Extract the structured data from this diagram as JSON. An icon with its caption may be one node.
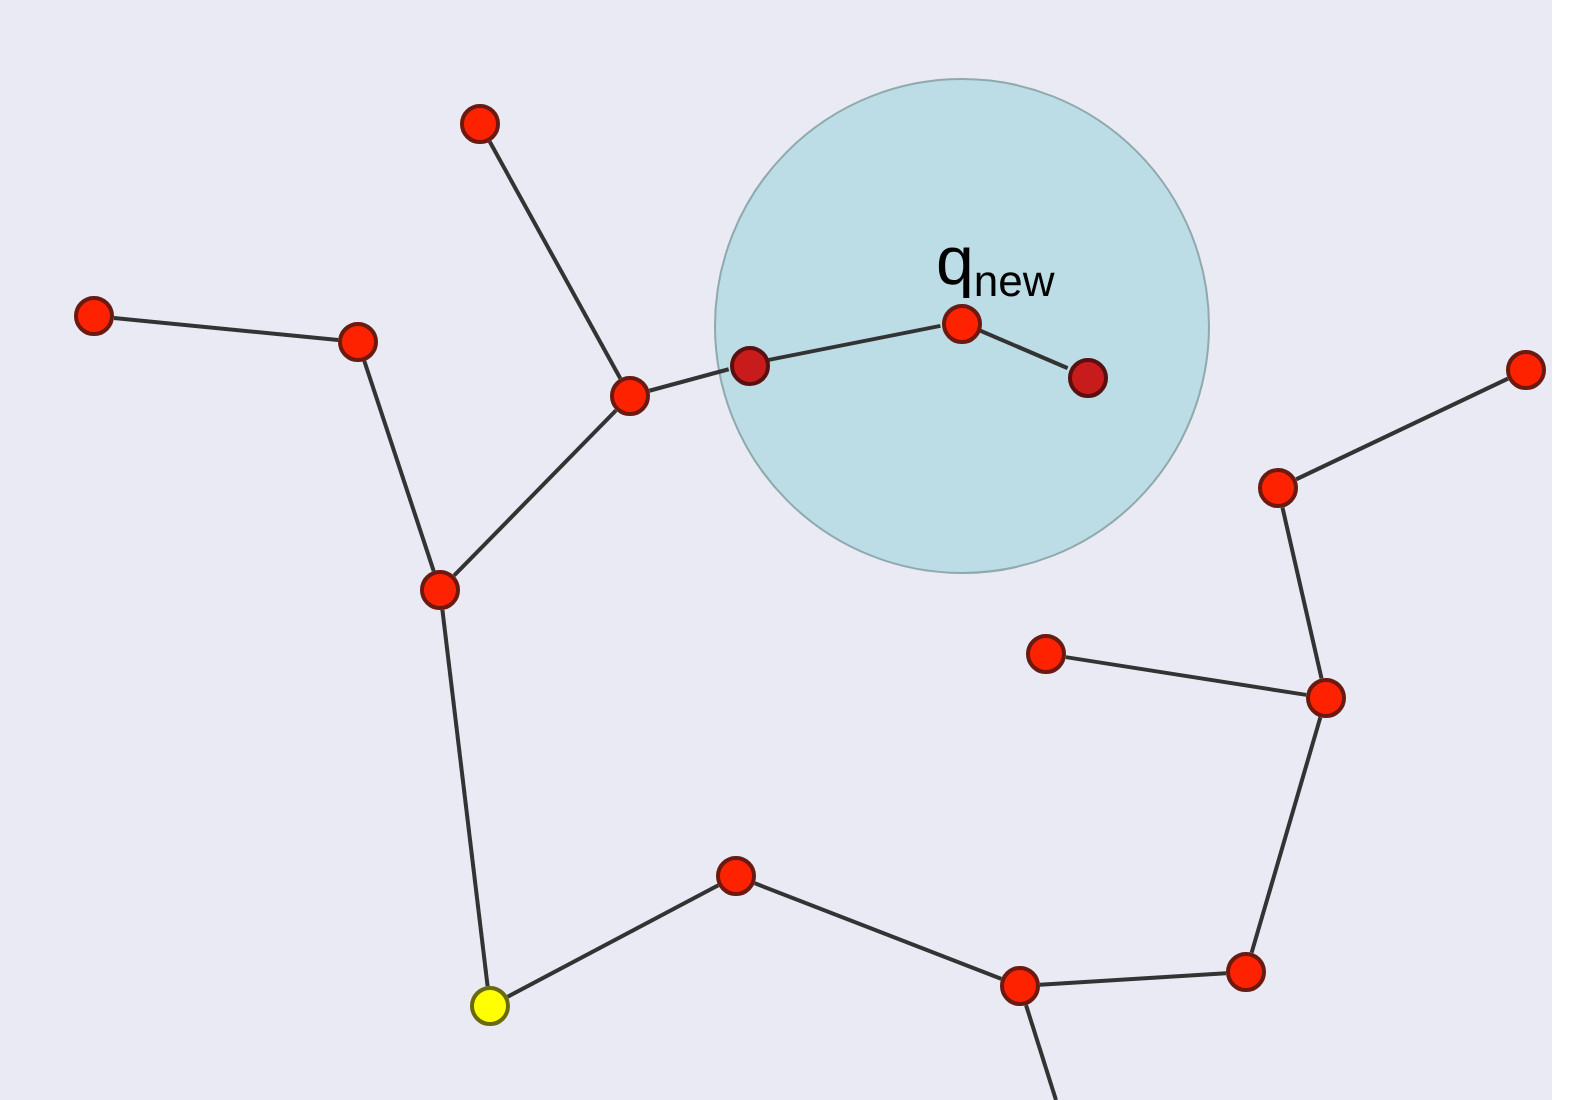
{
  "diagram": {
    "nodes": [
      {
        "text": [],
        "shape": "circle"
      },
      {
        "text": [],
        "shape": "circle"
      },
      {
        "text": [],
        "shape": "circle"
      },
      {
        "text": [],
        "shape": "circle"
      },
      {
        "text": [],
        "shape": "circle"
      },
      {
        "text": [],
        "shape": "circle"
      },
      {
        "text": [],
        "shape": "circle"
      },
      {
        "text": [],
        "shape": "circle"
      },
      {
        "text": [],
        "shape": "circle",
        "in": 0
      },
      {
        "text": [],
        "shape": "circle",
        "in": 0,
        "beside": [
          "q$_{new}$"
        ]
      },
      {
        "text": [],
        "shape": "circle"
      },
      {
        "text": [],
        "shape": "circle"
      },
      {
        "text": [],
        "shape": "circle",
        "in": 0
      },
      {
        "text": [],
        "shape": "circle"
      },
      {
        "text": [],
        "shape": "circle"
      },
      {
        "text": [],
        "shape": "circle"
      },
      {
        "text": [],
        "shape": "circle"
      }
    ],
    "edges": [
      {
        "from": 4,
        "to": 6,
        "arrow": "none"
      },
      {
        "from": 1,
        "to": 2,
        "arrow": "none"
      },
      {
        "from": 2,
        "to": 3,
        "arrow": "none"
      },
      {
        "from": 3,
        "to": 6,
        "arrow": "none"
      },
      {
        "from": 6,
        "to": 8,
        "arrow": "none"
      },
      {
        "from": 8,
        "to": 9,
        "arrow": "none"
      },
      {
        "from": 9,
        "to": 12,
        "arrow": "none"
      },
      {
        "from": 3,
        "to": 5,
        "arrow": "none"
      },
      {
        "from": 5,
        "to": 7,
        "arrow": "none"
      },
      {
        "from": 7,
        "to": 10,
        "arrow": "none"
      },
      {
        "from": 10,
        "to": 13,
        "arrow": "none"
      },
      {
        "from": 13,
        "to": 15,
        "arrow": "none"
      },
      {
        "from": 15,
        "to": 11,
        "arrow": "none"
      },
      {
        "from": 15,
        "to": 14,
        "arrow": "none"
      },
      {
        "from": 14,
        "to": 16,
        "arrow": "none"
      },
      {
        "from": 10,
        "to": null,
        "arrow": "none"
      }
    ]
  }
}
